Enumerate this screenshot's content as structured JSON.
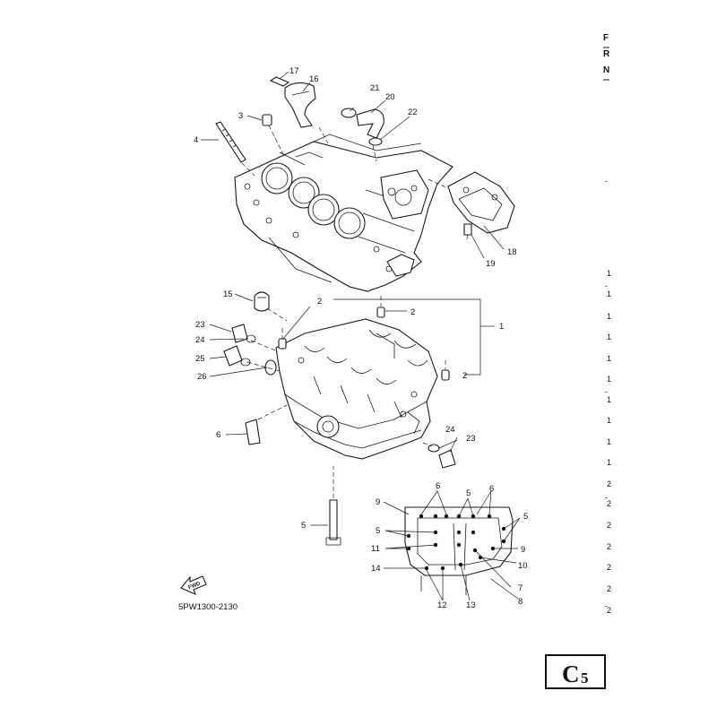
{
  "diagram_code": "5PW1300-2130",
  "fwd_label": "FWD",
  "page_badge": {
    "letter": "C",
    "number": "5"
  },
  "edge_fragments": {
    "top": [
      "F",
      "R",
      "N"
    ],
    "dash": "-",
    "numbers": [
      "1",
      "1",
      "1",
      "1",
      "1",
      "1",
      "1",
      "1",
      "1",
      "1",
      "2",
      "2",
      "2",
      "2",
      "2",
      "2",
      "2"
    ]
  },
  "callouts": [
    "17",
    "16",
    "21",
    "20",
    "22",
    "3",
    "4",
    "18",
    "19",
    "15",
    "2",
    "2",
    "2",
    "1",
    "23",
    "24",
    "25",
    "26",
    "6",
    "24",
    "23",
    "5",
    "6",
    "5",
    "6",
    "9",
    "5",
    "5",
    "11",
    "9",
    "10",
    "14",
    "7",
    "8",
    "12",
    "13"
  ]
}
